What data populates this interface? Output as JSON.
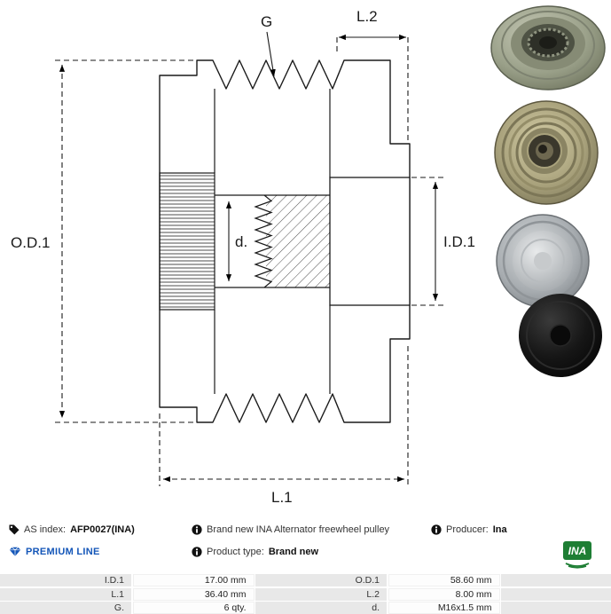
{
  "diagram": {
    "labels": {
      "g": "G",
      "l2": "L.2",
      "od1": "O.D.1",
      "d": "d.",
      "id1": "I.D.1",
      "l1": "L.1"
    }
  },
  "photos": [
    {
      "name": "pulley-angled-view"
    },
    {
      "name": "pulley-side-view"
    },
    {
      "name": "pulley-with-cap"
    },
    {
      "name": "black-protective-cap"
    }
  ],
  "info": {
    "as_index": {
      "label": "AS index:",
      "value": "AFP0027(INA)"
    },
    "description": "Brand new INA Alternator freewheel pulley",
    "producer": {
      "label": "Producer:",
      "value": "Ina"
    },
    "premium_line": "PREMIUM LINE",
    "product_type": {
      "label": "Product type:",
      "value": "Brand new"
    },
    "brand_logo_text": "INA"
  },
  "specs": {
    "rows": [
      {
        "label1": "I.D.1",
        "value1": "17.00 mm",
        "label2": "O.D.1",
        "value2": "58.60 mm"
      },
      {
        "label1": "L.1",
        "value1": "36.40 mm",
        "label2": "L.2",
        "value2": "8.00 mm"
      },
      {
        "label1": "G.",
        "value1": "6 qty.",
        "label2": "d.",
        "value2": "M16x1.5 mm"
      }
    ]
  },
  "icons": {
    "as_index": "tag-icon",
    "description": "info-icon",
    "producer": "info-icon",
    "product_type": "info-icon",
    "premium": "diamond-icon"
  },
  "colors": {
    "premium_blue": "#1456b8",
    "ina_green": "#1e7e34"
  }
}
